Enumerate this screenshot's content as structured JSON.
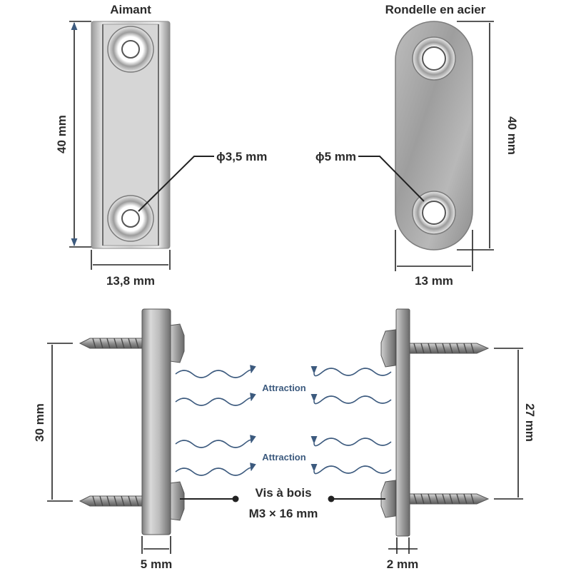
{
  "titles": {
    "magnet": "Aimant",
    "washer": "Rondelle en acier"
  },
  "dimensions": {
    "magnet_height": "40 mm",
    "magnet_width": "13,8 mm",
    "magnet_hole": "ϕ3,5 mm",
    "washer_height": "40 mm",
    "washer_width": "13 mm",
    "washer_hole": "ϕ5 mm",
    "magnet_screw_spacing": "30 mm",
    "washer_screw_spacing": "27 mm",
    "magnet_thickness": "5 mm",
    "washer_thickness": "2 mm"
  },
  "attraction": {
    "label_1": "Attraction",
    "label_2": "Attraction"
  },
  "screw": {
    "line_1": "Vis à bois",
    "line_2": "M3 × 16 mm"
  },
  "colors": {
    "arrow": "#3c5a7e",
    "text": "#2b2b2b",
    "metal_light": "#e6e6e6",
    "metal_dark": "#8a8a8a"
  }
}
